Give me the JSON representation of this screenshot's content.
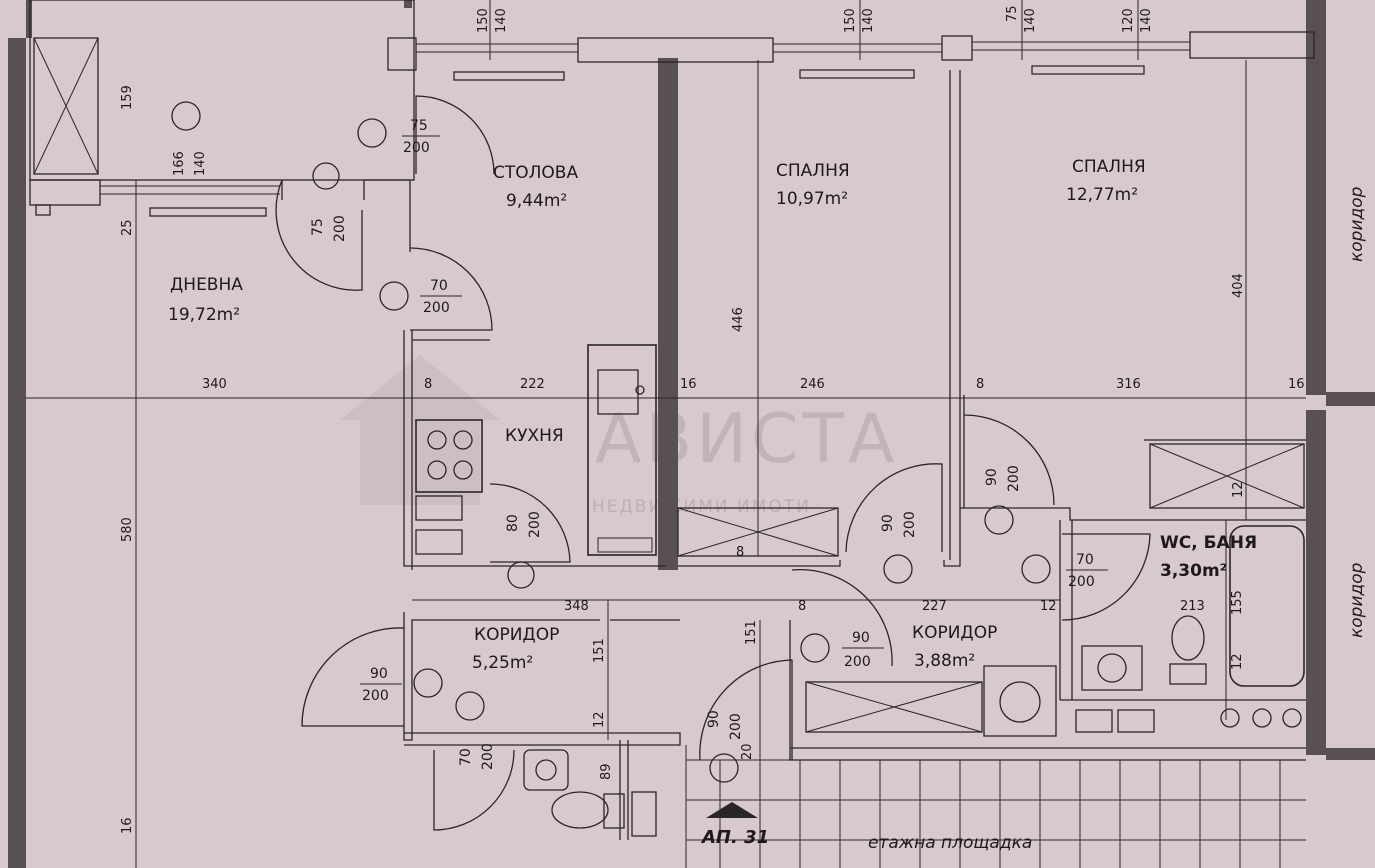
{
  "rooms": {
    "living": {
      "name": "ДНЕВНА",
      "area": "19,72m²"
    },
    "dining": {
      "name": "СТОЛОВА",
      "area": "9,44m²"
    },
    "bedroom1": {
      "name": "СПАЛНЯ",
      "area": "10,97m²"
    },
    "bedroom2": {
      "name": "СПАЛНЯ",
      "area": "12,77m²"
    },
    "kitchen": {
      "name": "КУХНЯ"
    },
    "corridor1": {
      "name": "КОРИДОР",
      "area": "5,25m²"
    },
    "corridor2": {
      "name": "КОРИДОР",
      "area": "3,88m²"
    },
    "bathroom": {
      "name": "WC, БАНЯ",
      "area": "3,30m²"
    }
  },
  "dimensions": {
    "d159": "159",
    "d166": "166",
    "d140a": "140",
    "d25": "25",
    "d340": "340",
    "d580": "580",
    "d16a": "16",
    "d222": "222",
    "d8a": "8",
    "d16b": "16",
    "d246": "246",
    "d8b": "8",
    "d316": "316",
    "d16c": "16",
    "d446": "446",
    "d404": "404",
    "d348": "348",
    "d151a": "151",
    "d12a": "12",
    "d89": "89",
    "d8c": "8",
    "d151b": "151",
    "d227": "227",
    "d12b": "12",
    "d213": "213",
    "d155": "155",
    "d12c": "12",
    "d8d": "8",
    "d20": "20",
    "top150a": "150",
    "top140a": "140",
    "top150b": "150",
    "top140b": "140",
    "top75": "75",
    "top140c": "140",
    "top120": "120",
    "top140d": "140"
  },
  "doors": [
    {
      "w": "75",
      "h": "200"
    },
    {
      "w": "75",
      "h": "200"
    },
    {
      "w": "70",
      "h": "200"
    },
    {
      "w": "80",
      "h": "200"
    },
    {
      "w": "90",
      "h": "200"
    },
    {
      "w": "90",
      "h": "200"
    },
    {
      "w": "70",
      "h": "200"
    },
    {
      "w": "90",
      "h": "200"
    },
    {
      "w": "90",
      "h": "200"
    },
    {
      "w": "90",
      "h": "200"
    },
    {
      "w": "70",
      "h": "200"
    }
  ],
  "labels": {
    "corridor_side_top": "коридор",
    "corridor_side_bottom": "коридор",
    "apartment": "АП. 31",
    "landing": "етажна площадка"
  },
  "watermark": {
    "brand": "АВИСТА",
    "tagline": "НЕДВИЖИМИ ИМОТИ"
  }
}
